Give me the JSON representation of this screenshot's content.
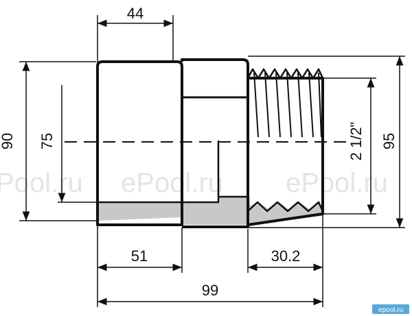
{
  "dimensions": {
    "top_width": "44",
    "left_height": "90",
    "inner_height": "75",
    "thread_size": "2 1/2\"",
    "right_height": "95",
    "left_depth": "51",
    "thread_length": "30.2",
    "total_length": "99"
  },
  "watermarks": [
    "Pool.ru",
    "ePool.ru",
    "ePool.ru"
  ],
  "logo": "epool.ru",
  "colors": {
    "outline": "#111111",
    "section_fill": "#c8c8c8",
    "watermark": "#e4e4e4",
    "logo_bg": "#59a7d8"
  }
}
